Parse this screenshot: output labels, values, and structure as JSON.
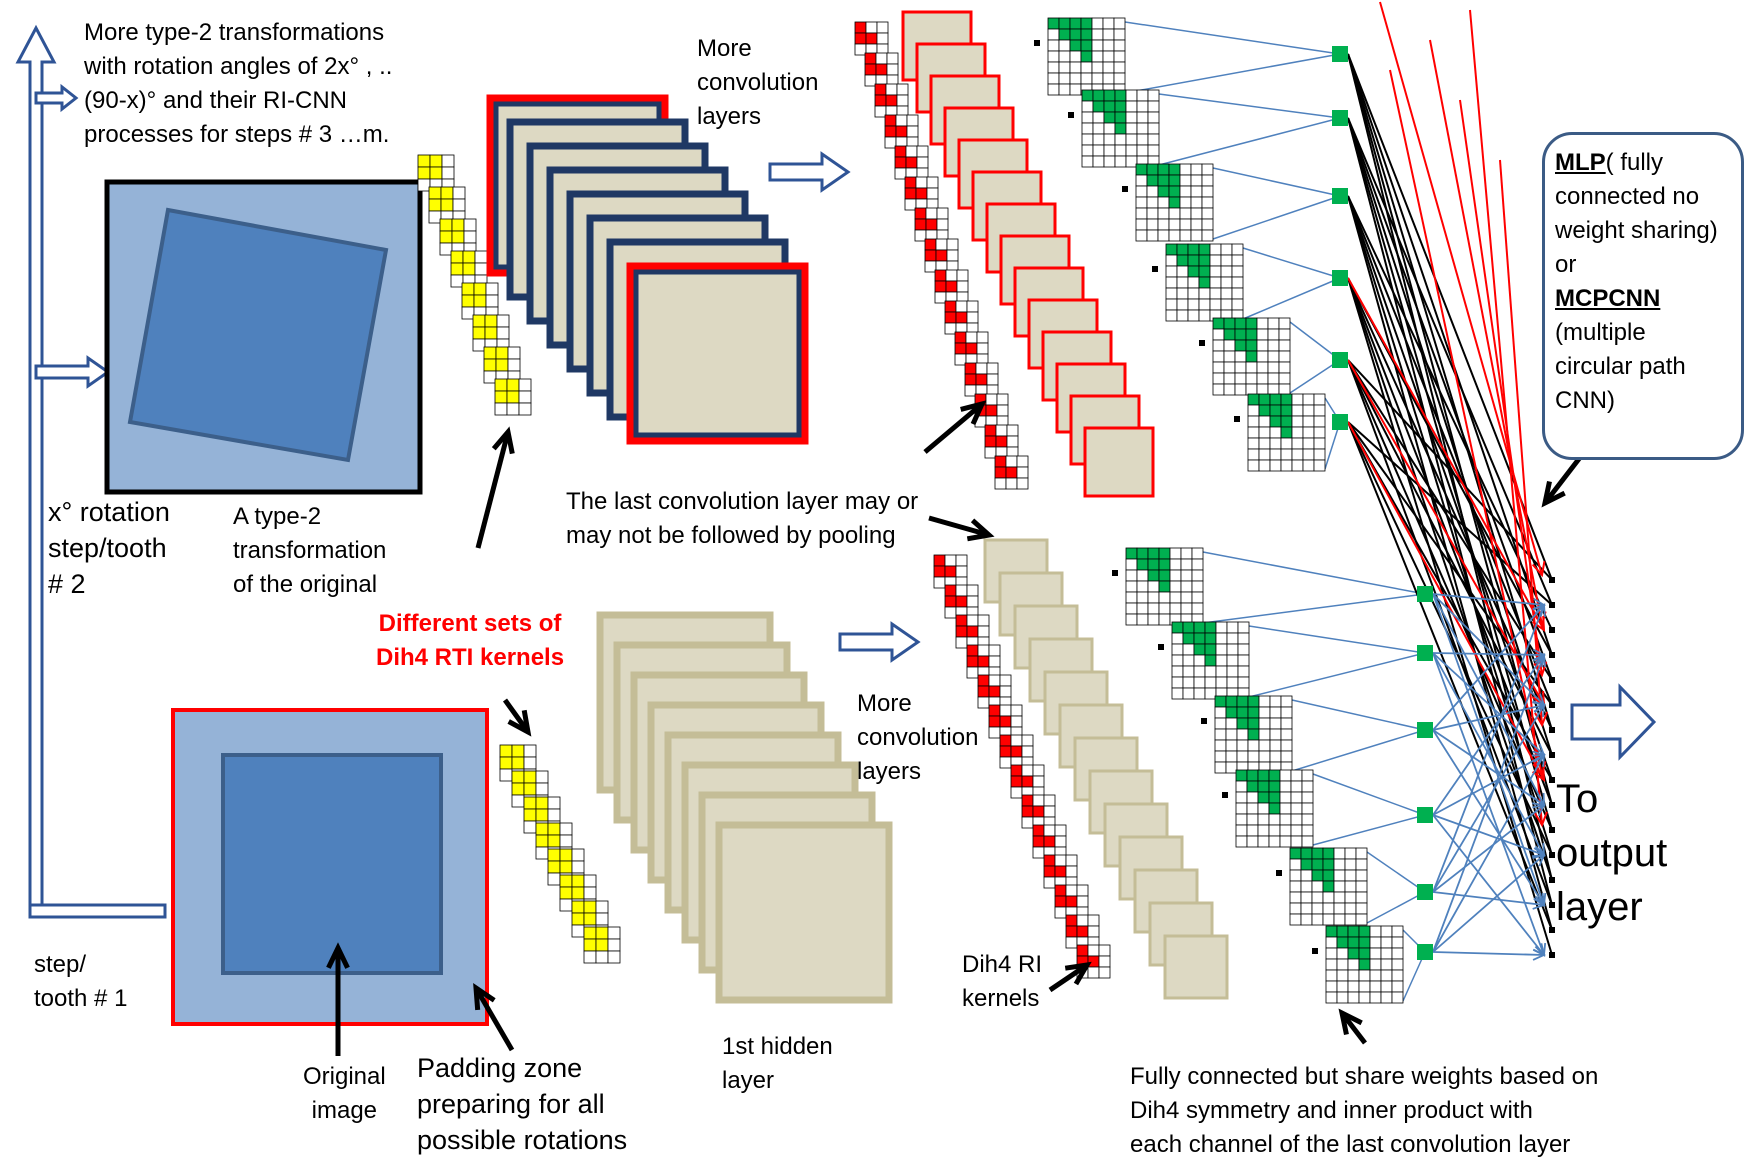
{
  "labels": {
    "more_type2": "More type-2 transformations with rotation angles of  2x° , .. (90-x)° and  their RI-CNN processes for steps # 3 …m.",
    "more_type2_lines": [
      "More type-2 transformations",
      "with rotation angles of  2x° , ..",
      "(90-x)° and  their RI-CNN",
      "processes for steps # 3 …m."
    ],
    "more_conv_top": [
      "More",
      "convolution",
      "layers"
    ],
    "more_conv_bottom": [
      "More",
      "convolution",
      "layers"
    ],
    "rotation_step2": [
      "x° rotation",
      "step/tooth",
      "# 2"
    ],
    "type2_transform": [
      "A type-2",
      "transformation",
      "of the original"
    ],
    "last_conv": [
      "The last convolution layer may or",
      "may not be followed by pooling"
    ],
    "different_sets": [
      "Different sets of",
      "Dih4 RTI kernels"
    ],
    "step1": [
      "step/",
      "tooth # 1"
    ],
    "original_image": [
      "Original",
      "image"
    ],
    "padding_zone": [
      "Padding zone",
      "preparing for all",
      "possible rotations"
    ],
    "hidden_layer": [
      "1st hidden",
      "layer"
    ],
    "dih4_kernels": [
      "Dih4 RI",
      "kernels"
    ],
    "fully_connected": [
      "Fully connected but share weights based on",
      "Dih4  symmetry and inner product with",
      "each channel of the last convolution layer"
    ],
    "to_output": [
      "To",
      "output",
      "layer"
    ],
    "mlp_title": "MLP",
    "mlp_rest": [
      "( fully",
      "connected no",
      "weight sharing)",
      "or"
    ],
    "mcpcnn_title": "MCPCNN",
    "mcpcnn_rest": [
      "(multiple",
      "circular path",
      "CNN)"
    ]
  },
  "colors": {
    "image_outer": "#95b3d7",
    "image_inner": "#4f81bd",
    "image_border_dark": "#1f3864",
    "feature_map": "#ddd9c3",
    "feature_border_red": "#ff0000",
    "kernel_yellow": "#ffff00",
    "kernel_red": "#ff0000",
    "weight_green": "#00b050",
    "line_blue": "#4f81bd",
    "line_red": "#ff0000",
    "arrow_outline": "#2f5496"
  }
}
